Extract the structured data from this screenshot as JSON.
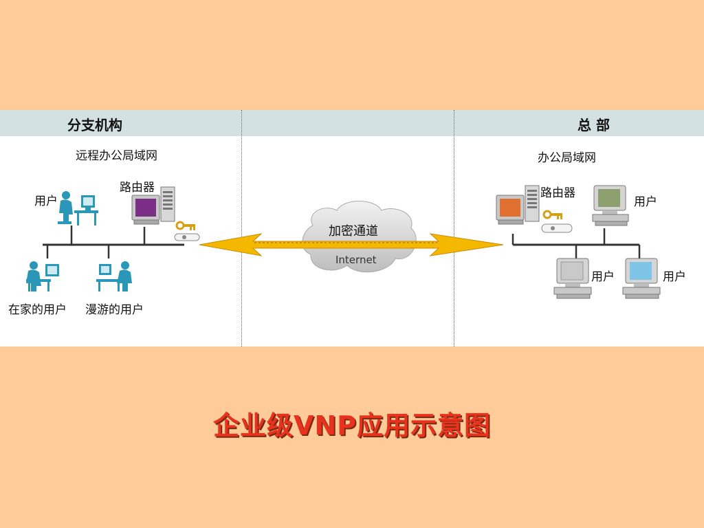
{
  "header": {
    "branch": "分支机构",
    "headquarters": "总 部"
  },
  "branch": {
    "lan_label": "远程办公局域网",
    "router_label": "路由器",
    "user_label": "用户",
    "home_user_label": "在家的用户",
    "roaming_user_label": "漫游的用户"
  },
  "tunnel": {
    "label": "加密通道",
    "cloud_label": "Internet"
  },
  "hq": {
    "lan_label": "办公局域网",
    "router_label": "路由器",
    "user_label_1": "用户",
    "user_label_2": "用户",
    "user_label_3": "用户"
  },
  "caption": "企业级VNP应用示意图",
  "colors": {
    "background": "#FFCB99",
    "header_band": "#D4E1E3",
    "caption": "#E8321E",
    "arrow": "#F5B800",
    "person": "#2A97B8",
    "branch_router_screen": "#7A2E86",
    "hq_router_screen": "#E07030",
    "hq_user_screen_1": "#8EA070",
    "hq_user_screen_2": "#C9C9C9",
    "hq_user_screen_3": "#7EC4E6"
  }
}
